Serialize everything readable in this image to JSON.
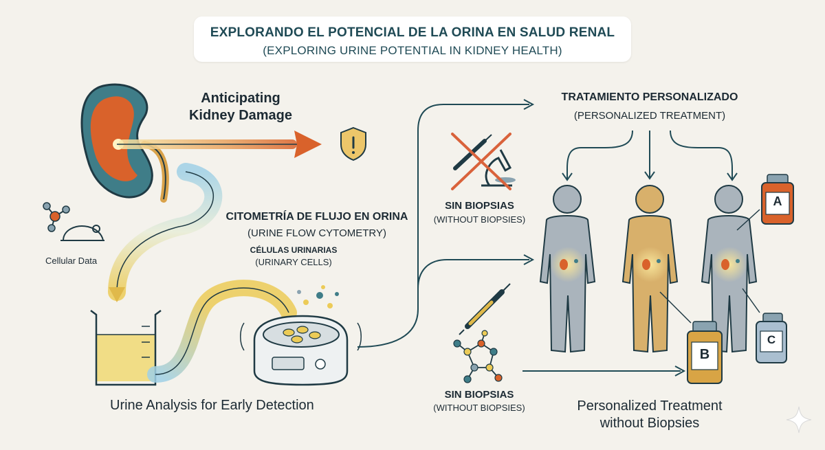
{
  "title": {
    "main": "EXPLORANDO EL POTENCIAL DE LA ORINA EN SALUD RENAL",
    "sub": "(EXPLORING URINE POTENTIAL IN KIDNEY HEALTH)"
  },
  "anticipating": {
    "line1": "Anticipating",
    "line2": "Kidney Damage"
  },
  "cellular_data": "Cellular Data",
  "cytometry": {
    "title": "CITOMETRÍA DE FLUJO EN ORINA",
    "subtitle": "(URINE FLOW CYTOMETRY)",
    "cells_title": "CÉLULAS URINARIAS",
    "cells_subtitle": "(URINARY CELLS)"
  },
  "urine_analysis": "Urine Analysis for Early Detection",
  "treatment": {
    "title": "TRATAMIENTO PERSONALIZADO",
    "subtitle": "(PERSONALIZED TREATMENT)"
  },
  "no_biopsy_top": {
    "title": "SIN BIOPSIAS",
    "subtitle": "(WITHOUT BIOPSIES)"
  },
  "no_biopsy_bottom": {
    "title": "SIN BIOPSIAS",
    "subtitle": "(WITHOUT BIOPSIES)"
  },
  "personalized": {
    "line1": "Personalized Treatment",
    "line2": "without Biopsies"
  },
  "bottles": {
    "a": "A",
    "b": "B",
    "c": "C"
  },
  "colors": {
    "kidney_teal": "#3f7d88",
    "kidney_orange": "#d9622b",
    "arrow_dark": "#1f4a55",
    "urine_yellow": "#ecd77a",
    "body_grey": "#aab4bc",
    "body_gold": "#d8b06b",
    "x_mark": "#d9623b"
  }
}
